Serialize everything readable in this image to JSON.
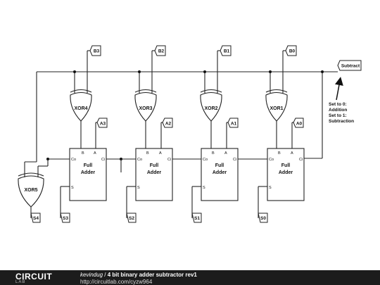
{
  "diagram": {
    "inputs_b": [
      "B3",
      "B2",
      "B1",
      "B0"
    ],
    "inputs_a": [
      "A3",
      "A2",
      "A1",
      "A0"
    ],
    "xor_gates": [
      "XOR4",
      "XOR3",
      "XOR2",
      "XOR1"
    ],
    "xor_overflow": "XOR5",
    "sums": [
      "S3",
      "S2",
      "S1",
      "S0"
    ],
    "overflow_out": "S4",
    "adder_line1": "Full",
    "adder_line2": "Adder",
    "pins": {
      "b": "B",
      "a": "A",
      "co": "Co",
      "ci": "Ci",
      "s": "S"
    },
    "control_label": "Subtract",
    "note_lines": [
      "Set to 0:",
      "Addition",
      "Set to 1:",
      "Subtraction"
    ]
  },
  "footer": {
    "logo_top": "CIRCUIT",
    "logo_bottom": "LAB",
    "author": "kevindug",
    "separator": " / ",
    "title": "4 bit binary adder subtractor rev1",
    "url": "http://circuitlab.com/cyzw964"
  }
}
